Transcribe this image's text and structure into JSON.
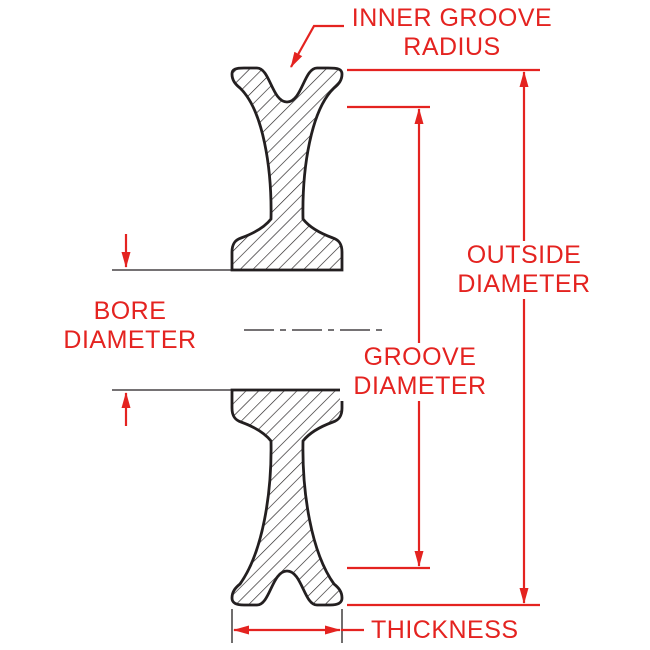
{
  "diagram": {
    "type": "technical-drawing",
    "subject": "Pulley (sheave) cross-section with dimension callouts",
    "colors": {
      "dimension_red": "#e42320",
      "drawing_black": "#231f20",
      "background": "#ffffff"
    },
    "labels": {
      "inner_groove_radius": "INNER GROOVE RADIUS",
      "outside_diameter": "OUTSIDE DIAMETER",
      "groove_diameter": "GROOVE DIAMETER",
      "bore_diameter": "BORE DIAMETER",
      "thickness": "THICKNESS"
    }
  }
}
